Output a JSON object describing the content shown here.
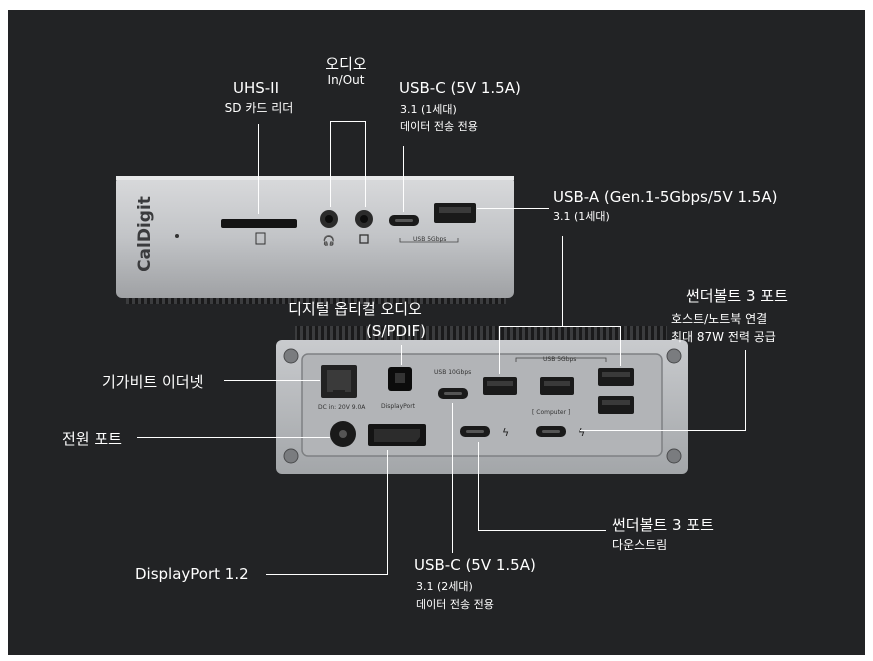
{
  "labels": {
    "uhs_title": "UHS-II",
    "uhs_sub": "SD 카드 리더",
    "audio_title": "오디오",
    "audio_sub": "In/Out",
    "usbc_front_title": "USB-C (5V 1.5A)",
    "usbc_front_sub1": "3.1 (1세대)",
    "usbc_front_sub2": "데이터 전송 전용",
    "usba_title": "USB-A (Gen.1-5Gbps/5V 1.5A)",
    "usba_sub": "3.1 (1세대)",
    "spdif_title": "디지털 옵티컬 오디오",
    "spdif_sub": "(S/PDIF)",
    "tb_host_title": "썬더볼트 3 포트",
    "tb_host_sub1": "호스트/노트북 연결",
    "tb_host_sub2": "최대 87W 전력 공급",
    "ethernet": "기가비트 이더넷",
    "power": "전원 포트",
    "tb_down_title": "썬더볼트 3 포트",
    "tb_down_sub": "다운스트림",
    "displayport": "DisplayPort 1.2",
    "usbc_rear_title": "USB-C (5V 1.5A)",
    "usbc_rear_sub1": "3.1 (2세대)",
    "usbc_rear_sub2": "데이터 전송 전용"
  },
  "device_text": {
    "brand": "CalDigit",
    "front_usb_speed": "USB 5Gbps",
    "dc_in": "DC in: 20V 9.0A",
    "displayport_port": "DisplayPort",
    "usb_10gbps": "USB 10Gbps",
    "usb_5gbps": "USB 5Gbps",
    "computer": "[ Computer ]"
  },
  "colors": {
    "background": "#222325",
    "text": "#ffffff",
    "metal": "#b9bbbe"
  }
}
